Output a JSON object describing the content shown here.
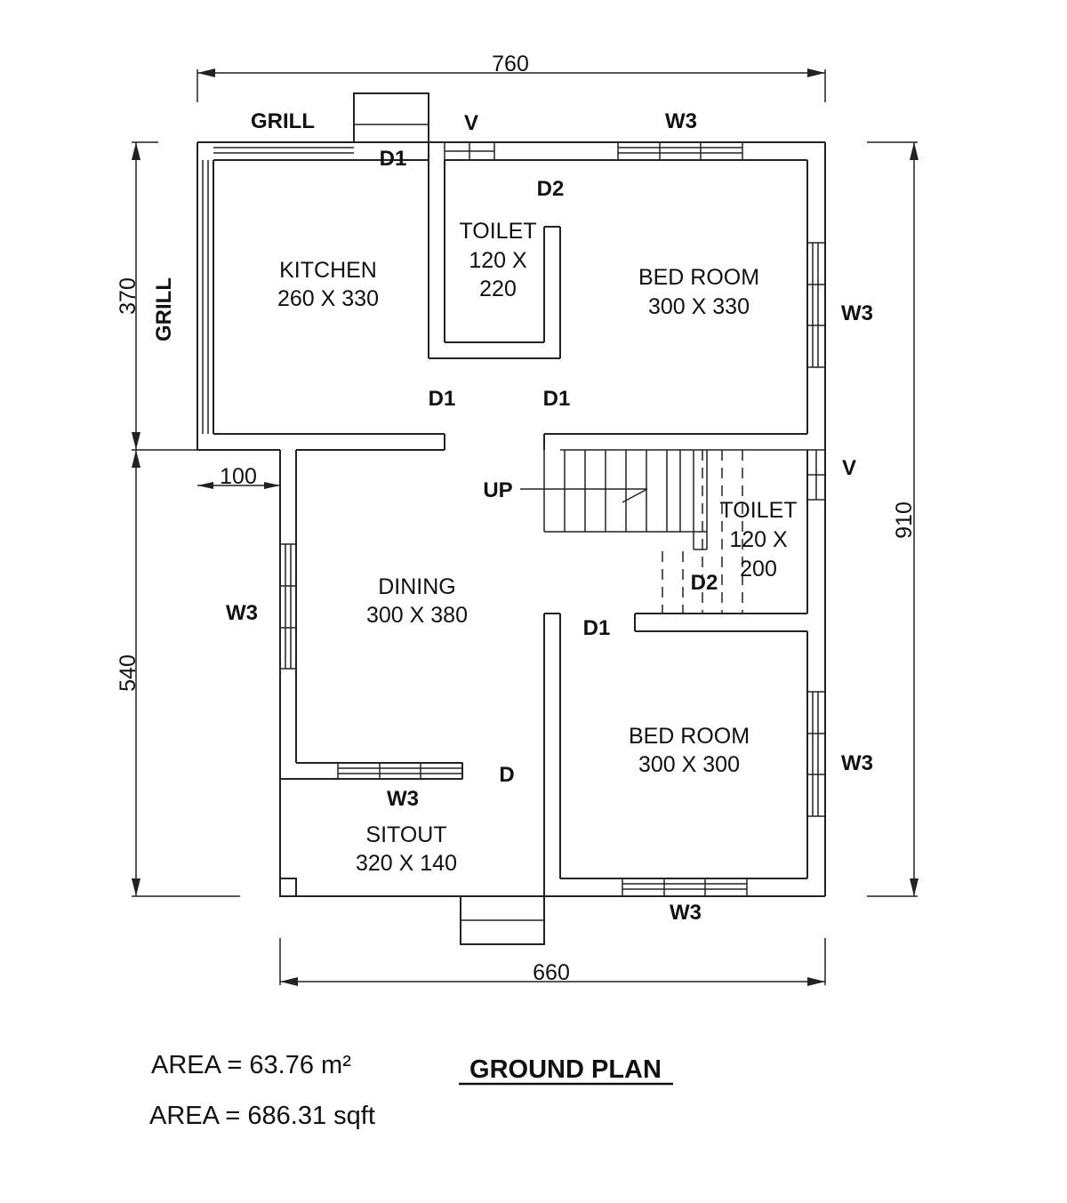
{
  "plan": {
    "title": "GROUND PLAN",
    "area_m2": "AREA = 63.76 m²",
    "area_sqft": "AREA = 686.31 sqft"
  },
  "dimensions": {
    "top": "760",
    "bottom": "660",
    "left_upper": "370",
    "left_lower": "540",
    "right": "910",
    "offset": "100"
  },
  "rooms": {
    "kitchen": {
      "name": "KITCHEN",
      "size": "260 X 330"
    },
    "toilet1": {
      "name": "TOILET",
      "size1": "120 X",
      "size2": "220"
    },
    "bedroom1": {
      "name": "BED ROOM",
      "size": "300 X 330"
    },
    "dining": {
      "name": "DINING",
      "size": "300 X 380"
    },
    "toilet2": {
      "name": "TOILET",
      "size1": "120 X",
      "size2": "200"
    },
    "bedroom2": {
      "name": "BED ROOM",
      "size": "300 X 300"
    },
    "sitout": {
      "name": "SITOUT",
      "size": "320 X 140"
    }
  },
  "tags": {
    "grill_top": "GRILL",
    "grill_left": "GRILL",
    "v_top": "V",
    "v_right": "V",
    "d1_kitchen": "D1",
    "d2_toilet": "D2",
    "d1_left": "D1",
    "d1_right": "D1",
    "up": "UP",
    "d2_toilet2": "D2",
    "d1_bed2": "D1",
    "d_entry": "D",
    "w3_top": "W3",
    "w3_right_upper": "W3",
    "w3_left": "W3",
    "w3_sitout": "W3",
    "w3_right_lower": "W3",
    "w3_bottom": "W3"
  }
}
